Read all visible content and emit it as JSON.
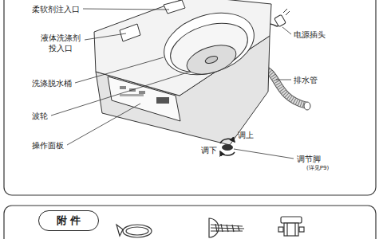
{
  "diagram": {
    "nodes": [
      {
        "text": [
          "附 件"
        ]
      }
    ],
    "labels": [
      "柔软剂注入口",
      "液体洗涤剂 投入口",
      "洗涤脱水桶",
      "波轮",
      "操作面板",
      "电源插头",
      "排水管",
      "调上",
      "调下",
      "调节脚",
      "(详见P9)"
    ]
  }
}
